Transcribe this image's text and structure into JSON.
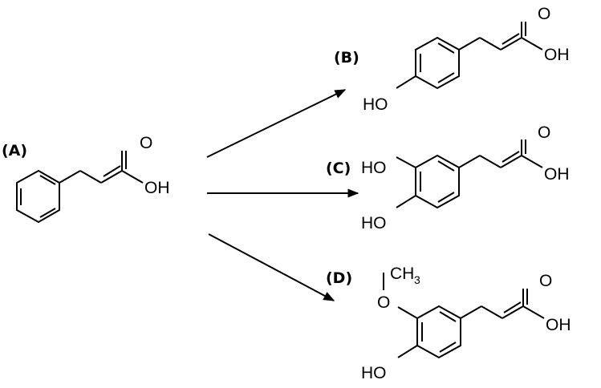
{
  "compounds": {
    "a": {
      "label": "(A)",
      "oh": "OH",
      "o": "O"
    },
    "b": {
      "label": "(B)",
      "oh": "OH",
      "o": "O",
      "ho": "HO"
    },
    "c": {
      "label": "(C)",
      "oh": "OH",
      "o": "O",
      "ho_top": "HO",
      "ho_bottom": "HO"
    },
    "d": {
      "label": "(D)",
      "oh": "OH",
      "o": "O",
      "ho": "HO",
      "methoxy_o": "O",
      "methyl_c": "CH",
      "methyl_sub": "3"
    }
  }
}
